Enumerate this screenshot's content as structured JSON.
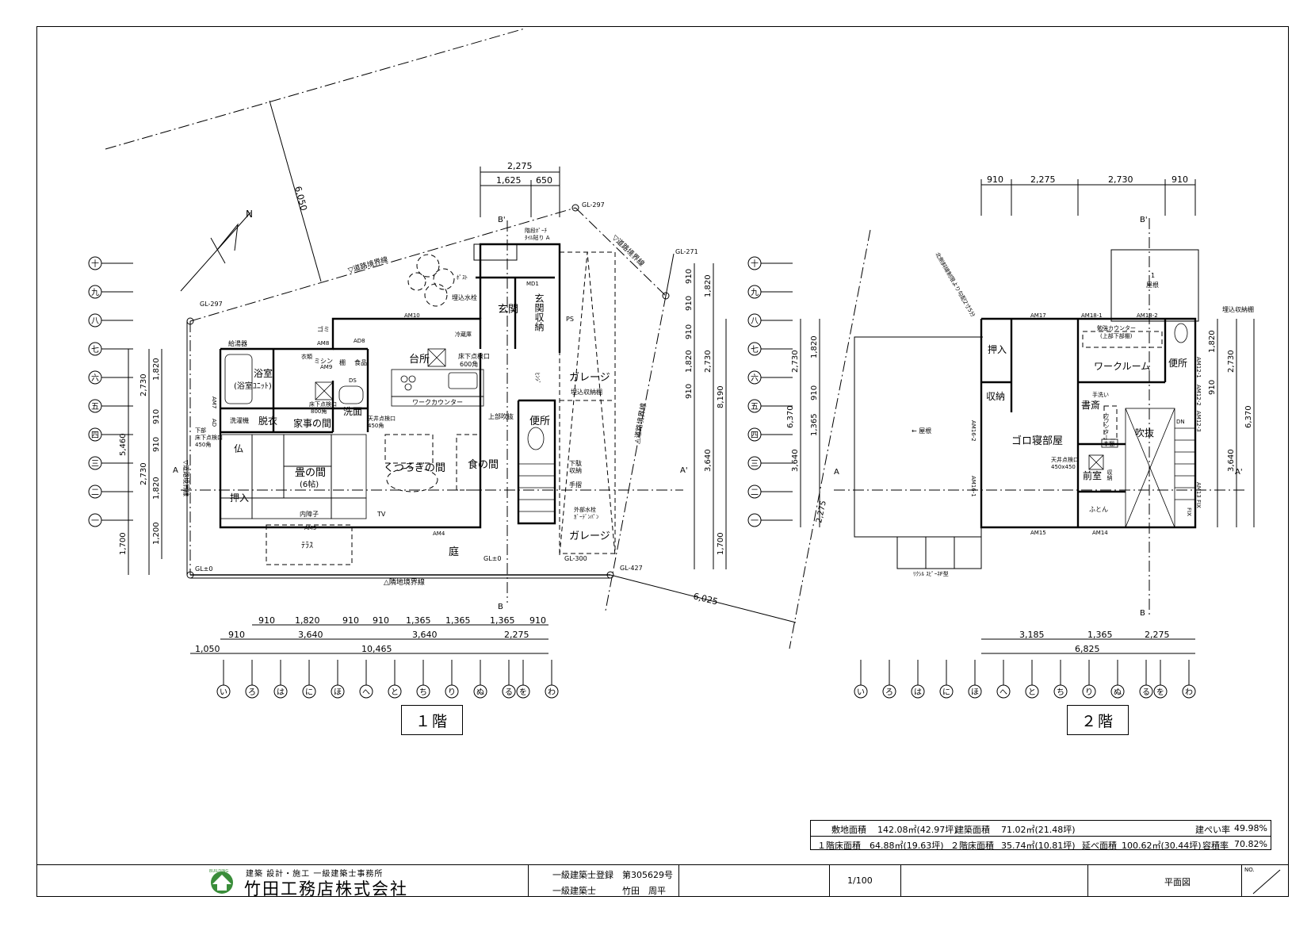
{
  "floor1": {
    "label": "１階",
    "rooms": {
      "bath": "浴室",
      "bath_unit": "(浴室ﾕﾆｯﾄ)",
      "dressing": "脱衣",
      "laundry_machine": "洗濯機",
      "housework": "家事の間",
      "washroom": "洗面",
      "butsu": "仏",
      "tatami": "畳の間",
      "tatami_size": "(6帖)",
      "oshiire": "押入",
      "kitchen": "台所",
      "living": "くつろぎの間",
      "dining": "食の間",
      "entrance": "玄関",
      "entrance_storage": "玄関収納",
      "toilet": "便所",
      "garage_upper": "ガレージ",
      "garage_lower": "ガレージ",
      "terrace": "ﾃﾗｽ",
      "garden": "庭"
    },
    "notes": {
      "gl_297_top": "GL-297",
      "gl_271": "GL-271",
      "gl_297_left": "GL-297",
      "gl_0_left": "GL±0",
      "gl_0_mid": "GL±0",
      "gl_300": "GL-300",
      "gl_427": "GL-427",
      "road_boundary_top": "▽道路境界線",
      "road_boundary_right": "▽道路境界線",
      "road_boundary_right2": "△道路境界線",
      "road_boundary_left": "▽道路境界線",
      "neighbor_boundary": "△隣地境界線",
      "approach": "階段ﾎﾟｰﾁ",
      "approach_tile": "ﾀｲﾙ貼り A",
      "post": "ﾎﾟｽﾄ",
      "water_tap": "埋込水栓",
      "gomi": "ゴミ",
      "water_heater": "給湯器",
      "closet": "衣類",
      "sewing": "ミシン",
      "shelf": "棚",
      "pantry": "食品",
      "fridge": "冷蔵庫",
      "ds": "DS",
      "underfloor_inspect": "床下点検口",
      "size_600": "600角",
      "ceiling_inspect": "天井点検口",
      "size_450": "450角",
      "underfloor_inspect2": "床下点検口",
      "size_800": "800角",
      "underfloor_left": "下部",
      "underfloor_left2": "床下点検口",
      "size_450_left": "450角",
      "work_counter": "ワークカウンター",
      "upper_void": "上部吹抜",
      "storage_wall": "埋込収納棚",
      "shoe": "下駄",
      "shoe2": "収納",
      "handrail": "手摺",
      "outdoor_tap": "外部水栓",
      "garden_pan": "ｶﾞｰﾃﾞﾝﾊﾟﾝ",
      "inner_shoji": "内障子",
      "tv": "TV",
      "ps": "PS",
      "hinge": "ﾋﾝｼﾞ",
      "dist_6050": "6,050",
      "dist_6025": "6,025",
      "section_b": "B'",
      "section_b2": "B",
      "section_a": "A",
      "section_a2": "A'",
      "am10": "AM10",
      "am9": "AM9",
      "am8": "AM8",
      "am5": "AM5",
      "am4": "AM4",
      "md1": "MD1",
      "ad8": "AD8",
      "ad": "AD",
      "am7": "AM7"
    },
    "dims_top": [
      "2,275",
      "1,625",
      "650"
    ],
    "dims_right": [
      "910",
      "910",
      "910",
      "910",
      "1,820",
      "1,820",
      "2,730",
      "3,640",
      "8,190",
      "1,700"
    ],
    "dims_left": [
      "1,820",
      "2,730",
      "910",
      "910",
      "5,460",
      "2,730",
      "1,820",
      "1,200",
      "1,700"
    ],
    "dims_bottom_row1": [
      "910",
      "1,820",
      "910",
      "910",
      "1,365",
      "1,365",
      "1,365",
      "910"
    ],
    "dims_bottom_row2": [
      "910",
      "3,640",
      "3,640",
      "2,275"
    ],
    "dims_bottom_row3": [
      "1,050",
      "10,465"
    ]
  },
  "floor2": {
    "label": "２階",
    "rooms": {
      "oshiire": "押入",
      "storage": "収納",
      "goro": "ゴロ寝部屋",
      "workroom": "ワークルーム",
      "toilet": "便所",
      "study": "書斎",
      "counter": "カウンター",
      "bookshelf": "本棚",
      "void": "吹抜",
      "anteroom": "前室",
      "storage2": "収納",
      "futon": "ふとん",
      "roof_left": "← 屋根",
      "roof_top_num": "1",
      "roof_top": "屋根"
    },
    "notes": {
      "storage_wall": "埋込収納棚",
      "study_counter": "勉強カウンター",
      "study_counter2": "(上部下部棚)",
      "handwash": "手洗い",
      "ceiling_inspect": "天井点検口",
      "size": "450x450",
      "dn": "DN",
      "balcony": "ﾘｸｼﾙ ｽﾋﾟｰﾈF型",
      "north_slant": "北側斜線制限より勾配2寸5分",
      "section_b": "B'",
      "section_b2": "B",
      "section_a": "A",
      "section_a2": "A'",
      "am17": "AM17",
      "am18_1": "AM18-1",
      "am18_2": "AM18-2",
      "am15": "AM15",
      "am14": "AM14",
      "am16_1": "AM16-1",
      "am16_2": "AM16-2",
      "am12_1": "AM12-1",
      "am12_2": "AM12-2",
      "am12_3": "AM12-3",
      "am13": "AM13 FIX",
      "fix": "FIX",
      "dim_2275": "2,275"
    },
    "dims_top": [
      "910",
      "2,275",
      "2,730",
      "910"
    ],
    "dims_left": [
      "2,730",
      "1,820",
      "910",
      "1,365",
      "6,370",
      "3,640"
    ],
    "dims_right": [
      "1,820",
      "2,730",
      "910",
      "6,370",
      "3,640"
    ],
    "dims_bottom_row1": [
      "3,185",
      "1,365",
      "2,275"
    ],
    "dims_bottom_row2": [
      "6,825"
    ]
  },
  "grid_rows": [
    "十",
    "九",
    "八",
    "七",
    "六",
    "五",
    "四",
    "三",
    "二",
    "一"
  ],
  "grid_cols": [
    "い",
    "ろ",
    "は",
    "に",
    "ほ",
    "へ",
    "と",
    "ち",
    "り",
    "ぬ",
    "る",
    "を",
    "わ"
  ],
  "north": "N",
  "areas": {
    "site_label": "敷地面積",
    "site_value": "142.08㎡(42.97坪)",
    "building_label": "建築面積",
    "building_value": "71.02㎡(21.48坪)",
    "coverage_label": "建ぺい率",
    "coverage_value": "49.98%",
    "f1_label": "１階床面積",
    "f1_value": "64.88㎡(19.63坪)",
    "f2_label": "２階床面積",
    "f2_value": "35.74㎡(10.81坪)",
    "total_label": "延べ面積",
    "total_value": "100.62㎡(30.44坪)",
    "far_label": "容積率",
    "far_value": "70.82%"
  },
  "titleblock": {
    "company_sub": "建築 設計・施工   一級建築士事務所",
    "company_name": "竹田工務店株式会社",
    "logo_text": "BUILDING",
    "reg_label": "一級建築士登録",
    "reg_no": "第305629号",
    "architect_label": "一級建築士",
    "architect_name": "竹田　周平",
    "scale": "1/100",
    "drawing_name": "平面図",
    "no_label": "NO."
  }
}
